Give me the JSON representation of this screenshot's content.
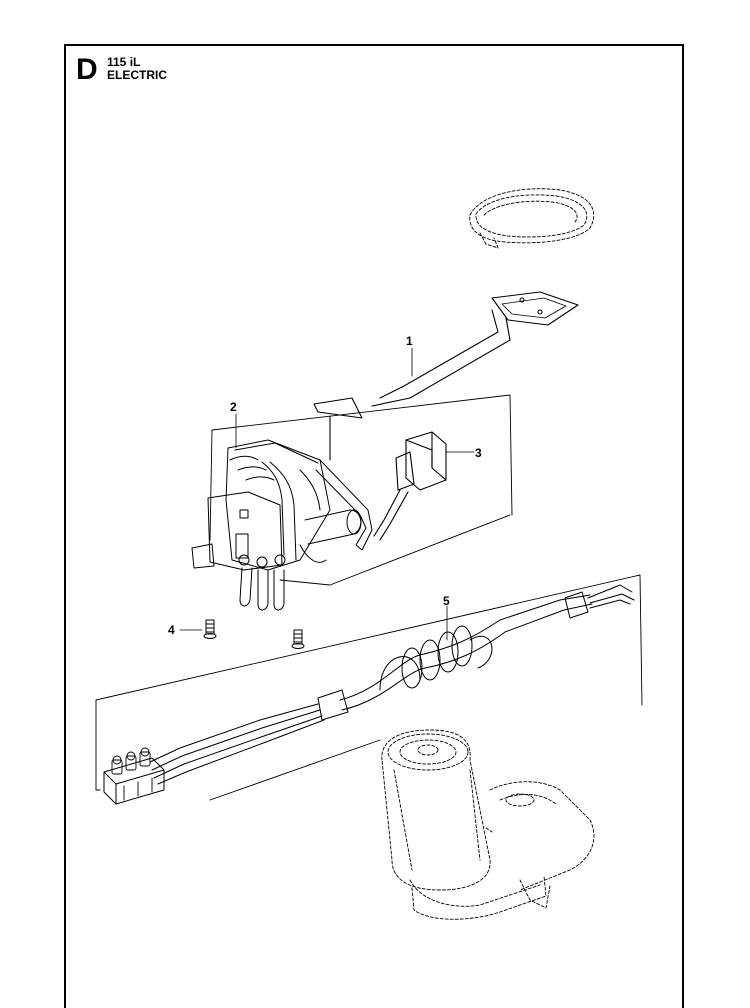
{
  "header": {
    "section_letter": "D",
    "model": "115 iL",
    "title": "ELECTRIC"
  },
  "callouts": [
    {
      "number": "1",
      "part": "ribbon-cable"
    },
    {
      "number": "2",
      "part": "switch-housing"
    },
    {
      "number": "3",
      "part": "micro-switch"
    },
    {
      "number": "4",
      "part": "screw"
    },
    {
      "number": "5",
      "part": "wiring-harness"
    }
  ]
}
